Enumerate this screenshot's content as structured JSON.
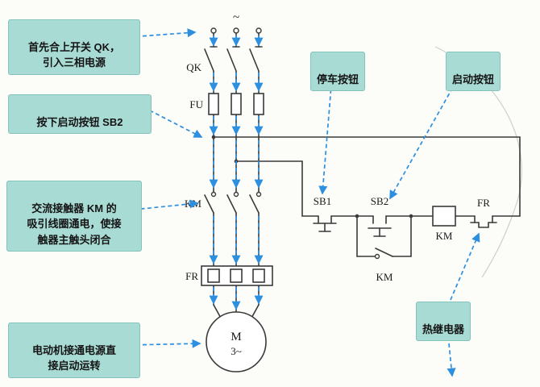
{
  "figure": {
    "callouts": {
      "step1": "首先合上开关 QK，\n引入三相电源",
      "step2": "按下启动按钮 SB2",
      "step3": "交流接触器 KM 的\n吸引线圈通电，使接\n触器主触头闭合",
      "step4": "电动机接通电源直\n接启动运转",
      "stop_button": "停车按钮",
      "start_button": "启动按钮",
      "thermal_relay": "热继电器"
    },
    "labels": {
      "ac": "~",
      "qk": "QK",
      "fu": "FU",
      "km_main": "KM",
      "fr_heater": "FR",
      "sb1": "SB1",
      "sb2": "SB2",
      "km_coil": "KM",
      "km_aux": "KM",
      "fr_contact": "FR",
      "motor": "M",
      "motor_type": "3~"
    },
    "colors": {
      "callout_bg": "#a9dbd5",
      "callout_border": "#84c3bc",
      "flow_arrow": "#2d8fe0",
      "wire": "#3a3a3a"
    }
  }
}
